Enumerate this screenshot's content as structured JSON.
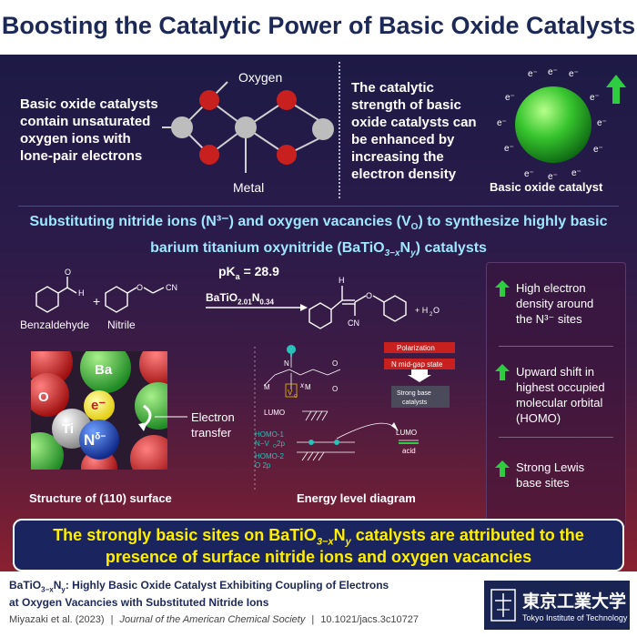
{
  "title": "Boosting the Catalytic Power of Basic Oxide Catalysts",
  "top_left": {
    "text_lines": [
      "Basic oxide catalysts",
      "contain unsaturated",
      "oxygen ions with",
      "lone-pair electrons"
    ],
    "oxygen_label": "Oxygen",
    "metal_label": "Metal"
  },
  "top_mid": {
    "text_lines": [
      "The catalytic",
      "strength of basic",
      "oxide catalysts can",
      "be enhanced by",
      "increasing the",
      "electron density"
    ]
  },
  "top_right": {
    "electron": "e⁻",
    "caption": "Basic oxide catalyst"
  },
  "subheading": {
    "line1": "Substituting nitride ions (N³⁻) and oxygen vacancies (V",
    "line1_sub": "O",
    "line1_end": ") to synthesize highly basic",
    "line2": "barium titanium oxynitride (BaTiO",
    "line2_sub": "3−x",
    "line2_mid": "N",
    "line2_sub2": "y",
    "line2_end": ") catalysts"
  },
  "reaction": {
    "pka_prefix": "pK",
    "pka_sub": "a",
    "pka_value": " = 28.9",
    "catalyst": "BaTiO",
    "catalyst_sub1": "2.01",
    "catalyst_mid": "N",
    "catalyst_sub2": "0.34",
    "reactant1": "Benzaldehyde",
    "plus": "+",
    "reactant2": "Nitrile",
    "reactant1_atom": "O",
    "reactant1_atom_h": "H",
    "reactant2_atom_o": "O",
    "reactant2_cn": "CN",
    "product_h": "H",
    "product_o": "O",
    "product_cn": "CN",
    "water": "+ H",
    "water_sub": "2",
    "water_end": "O"
  },
  "surface": {
    "labels": {
      "ba": "Ba",
      "o": "O",
      "ti": "Ti",
      "e": "e⁻",
      "n": "N",
      "n_sup": "δ−"
    },
    "transfer_label_1": "Electron",
    "transfer_label_2": "transfer",
    "caption": "Structure of (110) surface"
  },
  "energy": {
    "m": "M",
    "o": "O",
    "n_top": "N",
    "vo": "V",
    "vo_sub": "O",
    "x": "x",
    "polarization": "Polarization",
    "mid_gap": "N mid-gap state",
    "strong_base_1": "Strong base",
    "strong_base_2": "catalysts",
    "lumo": "LUMO",
    "lumo_acid_1": "LUMO",
    "lumo_acid_2": "acid",
    "homo1_1": "HOMO-1",
    "homo1_2": "N−V",
    "homo1_2_sub": "O",
    "homo1_2_end": " 2p",
    "homo2_1": "HOMO-2",
    "homo2_2": "O 2p",
    "caption": "Energy level diagram"
  },
  "right_panel": {
    "items": [
      {
        "lines": [
          "High electron",
          "density around",
          "the N³⁻ sites"
        ]
      },
      {
        "lines": [
          "Upward shift in",
          "highest occupied",
          "molecular orbital",
          "(HOMO)"
        ]
      },
      {
        "lines": [
          "Strong Lewis",
          "base sites"
        ]
      }
    ]
  },
  "conclusion": {
    "line1a": "The strongly basic sites on BaTiO",
    "line1_sub": "3−x",
    "line1b": "N",
    "line1_sub2": "y",
    "line1c": " catalysts are attributed to the",
    "line2": "presence of surface nitride ions and oxygen vacancies"
  },
  "footer": {
    "title_a": "BaTiO",
    "title_sub": "3−x",
    "title_b": "N",
    "title_sub2": "y",
    "title_c": ": Highly Basic Oxide Catalyst Exhibiting Coupling of Electrons",
    "title_line2": "at Oxygen Vacancies with Substituted Nitride Ions",
    "citation_authors": "Miyazaki et al. (2023)",
    "citation_journal": "Journal of the American Chemical Society",
    "citation_doi": "10.1021/jacs.3c10727",
    "sep": "|",
    "logo_jp": "東京工業大学",
    "logo_en": "Tokyo Institute of Technology"
  },
  "colors": {
    "title": "#1c2957",
    "subheading": "#9ee7ff",
    "conclusion_text": "#ffee00",
    "arrow": "#2ecc40",
    "sphere": "#37c52e",
    "oxygen_atom": "#c81f1f",
    "metal_atom": "#bdbdbd"
  }
}
